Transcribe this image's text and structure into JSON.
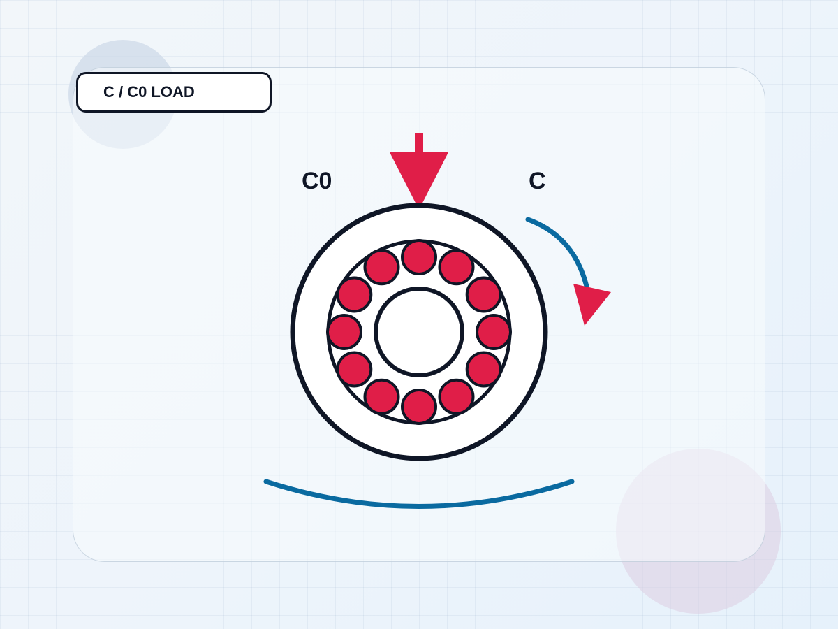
{
  "header": {
    "title": "C / C0 LOAD"
  },
  "diagram": {
    "static_label": "C0",
    "dynamic_label": "C",
    "ball_count": 12
  },
  "colors": {
    "outline": "#0f1626",
    "accent": "#e01e48",
    "arc": "#0a6aa0",
    "fill": "#ffffff"
  }
}
